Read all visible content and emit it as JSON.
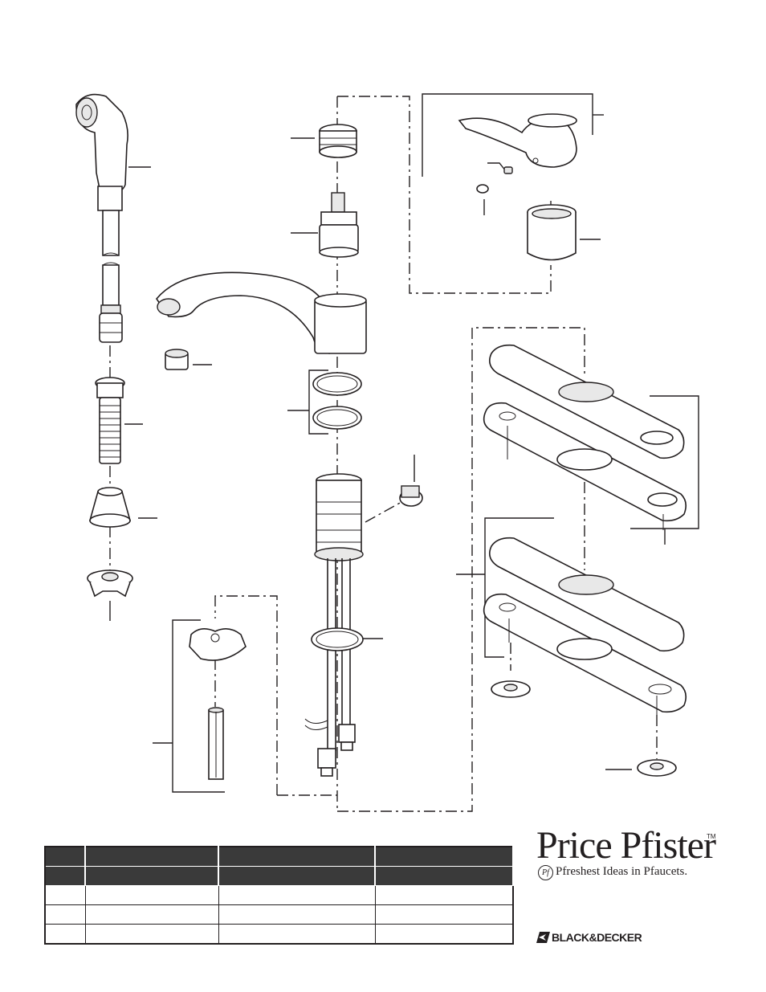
{
  "brand": {
    "name": "Price Pfister",
    "trademark": "TM",
    "mark": "Pf",
    "tagline": "Pfreshest Ideas in Pfaucets."
  },
  "parent_brand": {
    "name": "BLACK&DECKER"
  },
  "parts_table": {
    "rows": [
      [
        "",
        "",
        "",
        ""
      ],
      [
        "",
        "",
        "",
        ""
      ],
      [
        "",
        "",
        "",
        ""
      ],
      [
        "",
        "",
        "",
        ""
      ],
      [
        "",
        "",
        "",
        ""
      ]
    ]
  },
  "colors": {
    "line": "#231f20",
    "table_header": "#3a3a3a"
  }
}
